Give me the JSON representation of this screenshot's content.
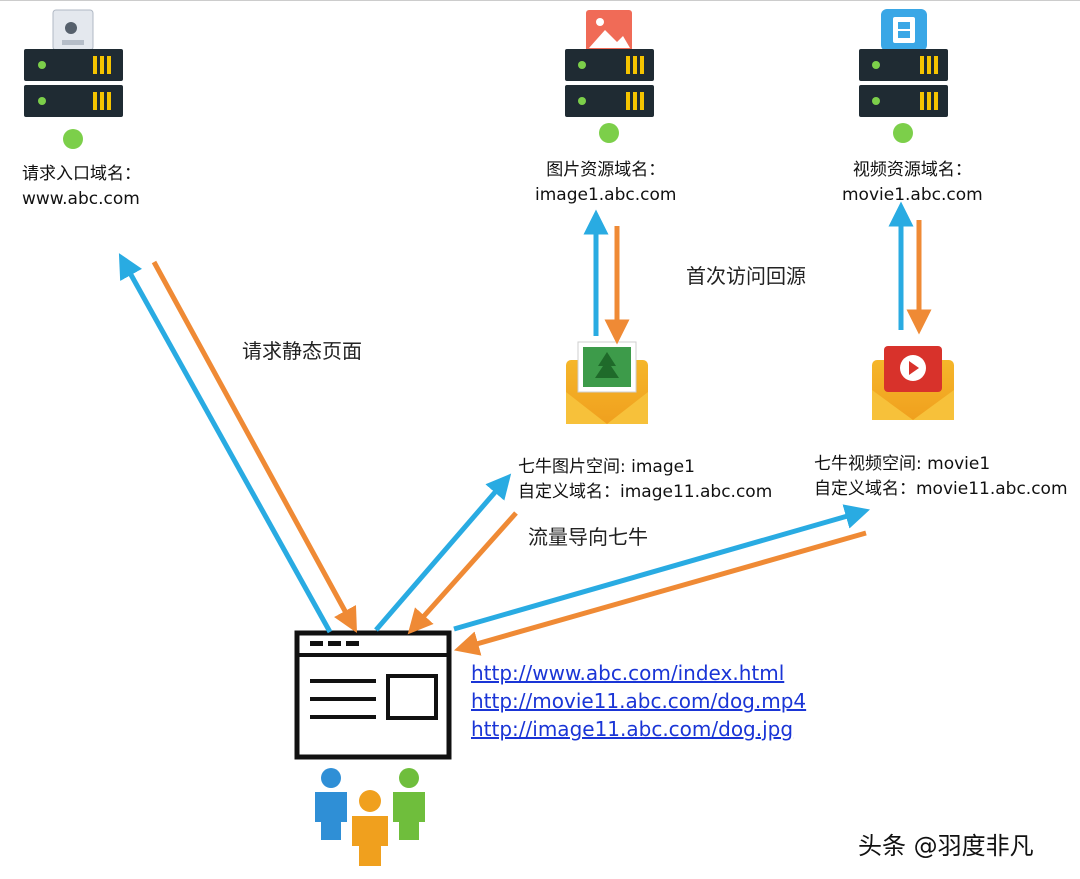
{
  "servers": {
    "entry": {
      "label": "请求入口域名：",
      "domain": "www.abc.com",
      "file_icon": "html-file-icon"
    },
    "image": {
      "label": "图片资源域名：",
      "domain": "image1.abc.com",
      "file_icon": "image-file-icon"
    },
    "movie": {
      "label": "视频资源域名：",
      "domain": "movie1.abc.com",
      "file_icon": "film-file-icon"
    }
  },
  "qiniu": {
    "image": {
      "space": "七牛图片空间: image1",
      "custom_domain": "自定义域名：image11.abc.com"
    },
    "movie": {
      "space": "七牛视频空间: movie1",
      "custom_domain": "自定义域名：movie11.abc.com"
    }
  },
  "annotations": {
    "request_static": "请求静态页面",
    "first_fetch": "首次访问回源",
    "traffic_to_qiniu": "流量导向七牛"
  },
  "links": [
    "http://www.abc.com/index.html",
    "http://movie11.abc.com/dog.mp4",
    "http://image11.abc.com/dog.jpg"
  ],
  "watermark": "头条 @羽度非凡",
  "colors": {
    "request_arrow": "#29abe2",
    "response_arrow": "#ef8a35",
    "status_dot": "#7ccf4a",
    "server_body": "#1f2b33",
    "link": "#1a35d6"
  }
}
